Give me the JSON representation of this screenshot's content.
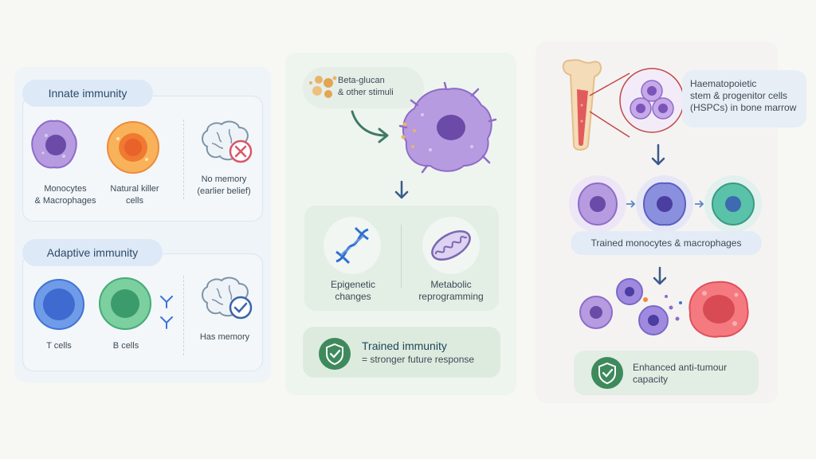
{
  "left": {
    "innate": {
      "title": "Innate immunity",
      "monocytes": "Monocytes\n& Macrophages",
      "nk": "Natural killer\ncells",
      "no_memory": "No memory\n(earlier belief)"
    },
    "adaptive": {
      "title": "Adaptive immunity",
      "t_cells": "T cells",
      "b_cells": "B cells",
      "has_memory": "Has memory"
    }
  },
  "middle": {
    "stimuli": "Beta-glucan\n& other stimuli",
    "epigenetic": "Epigenetic\nchanges",
    "metabolic": "Metabolic\nreprogramming",
    "trained_title": "Trained immunity",
    "trained_sub": "= stronger future response"
  },
  "right": {
    "hspc": "Haematopoietic\nstem & progenitor cells\n(HSPCs) in bone marrow",
    "trained_cells": "Trained monocytes & macrophages",
    "anti_tumour": "Enhanced anti-tumour\ncapacity"
  },
  "colors": {
    "innate_purple": "#8e6cc8",
    "nk_orange": "#f08a3a",
    "t_blue": "#3f73d6",
    "b_green": "#45ab78",
    "shield_green": "#3e8a5c",
    "tumour_red": "#e04f5a"
  }
}
